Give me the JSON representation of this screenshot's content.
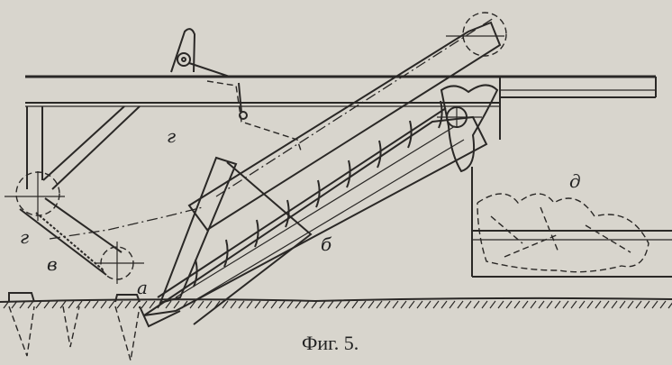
{
  "figure": {
    "caption": "Фиг. 5.",
    "labels": {
      "a": "а",
      "b": "б",
      "v": "в",
      "g_upper": "г",
      "g_lower": "г",
      "d": "д"
    }
  }
}
